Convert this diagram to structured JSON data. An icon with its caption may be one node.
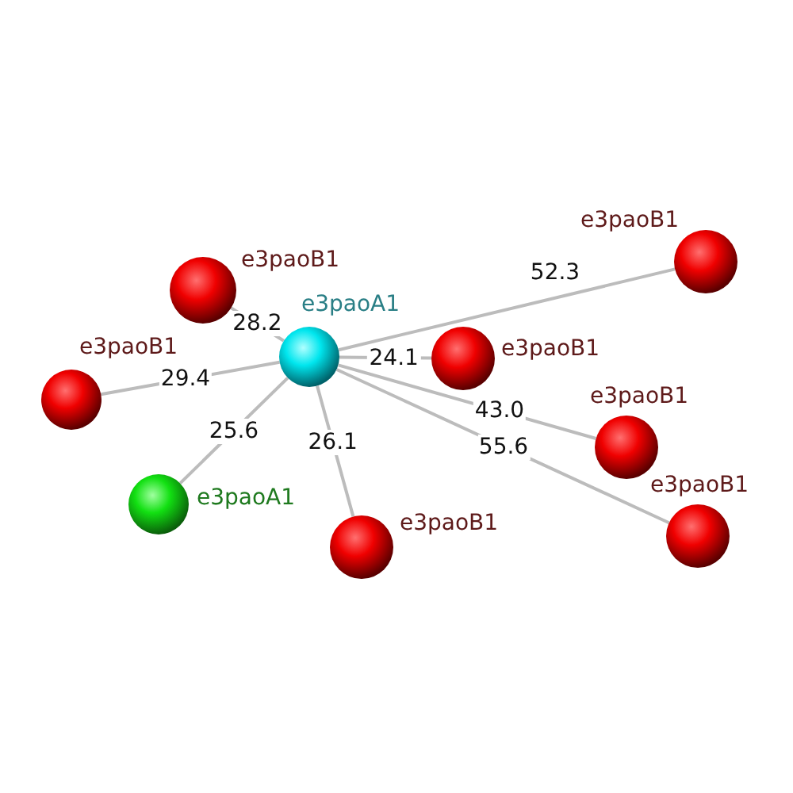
{
  "diagram": {
    "nodes": [
      {
        "text": [],
        "shape": "circle",
        "beside": [
          "e3paoB1"
        ]
      },
      {
        "text": [],
        "shape": "circle",
        "beside": [
          "e3paoB1"
        ]
      },
      {
        "text": [],
        "shape": "circle",
        "beside": [
          "e3paoA1"
        ]
      },
      {
        "text": [],
        "shape": "circle",
        "beside": [
          "e3paoB1"
        ]
      },
      {
        "text": [],
        "shape": "circle",
        "beside": [
          "e3paoB1"
        ]
      },
      {
        "text": [],
        "shape": "circle",
        "beside": [
          "e3paoB1"
        ]
      },
      {
        "text": [],
        "shape": "circle",
        "beside": [
          "e3paoA1"
        ]
      },
      {
        "text": [],
        "shape": "circle",
        "beside": [
          "e3paoB1"
        ]
      },
      {
        "text": [],
        "shape": "circle",
        "beside": [
          "e3paoB1"
        ]
      }
    ],
    "edges": [
      {
        "from": 2,
        "to": 0,
        "arrow": "none",
        "label": "28.2"
      },
      {
        "from": 2,
        "to": 1,
        "arrow": "none",
        "label": "52.3"
      },
      {
        "from": 2,
        "to": 3,
        "arrow": "none",
        "label": "24.1"
      },
      {
        "from": 2,
        "to": 4,
        "arrow": "none",
        "label": "29.4"
      },
      {
        "from": 2,
        "to": 5,
        "arrow": "none",
        "label": "43.0"
      },
      {
        "from": 2,
        "to": 7,
        "arrow": "none",
        "label": "55.6"
      },
      {
        "from": 2,
        "to": 8,
        "arrow": "none",
        "label": "26.1"
      },
      {
        "from": 2,
        "to": 6,
        "arrow": "none",
        "label": "25.6"
      }
    ]
  }
}
